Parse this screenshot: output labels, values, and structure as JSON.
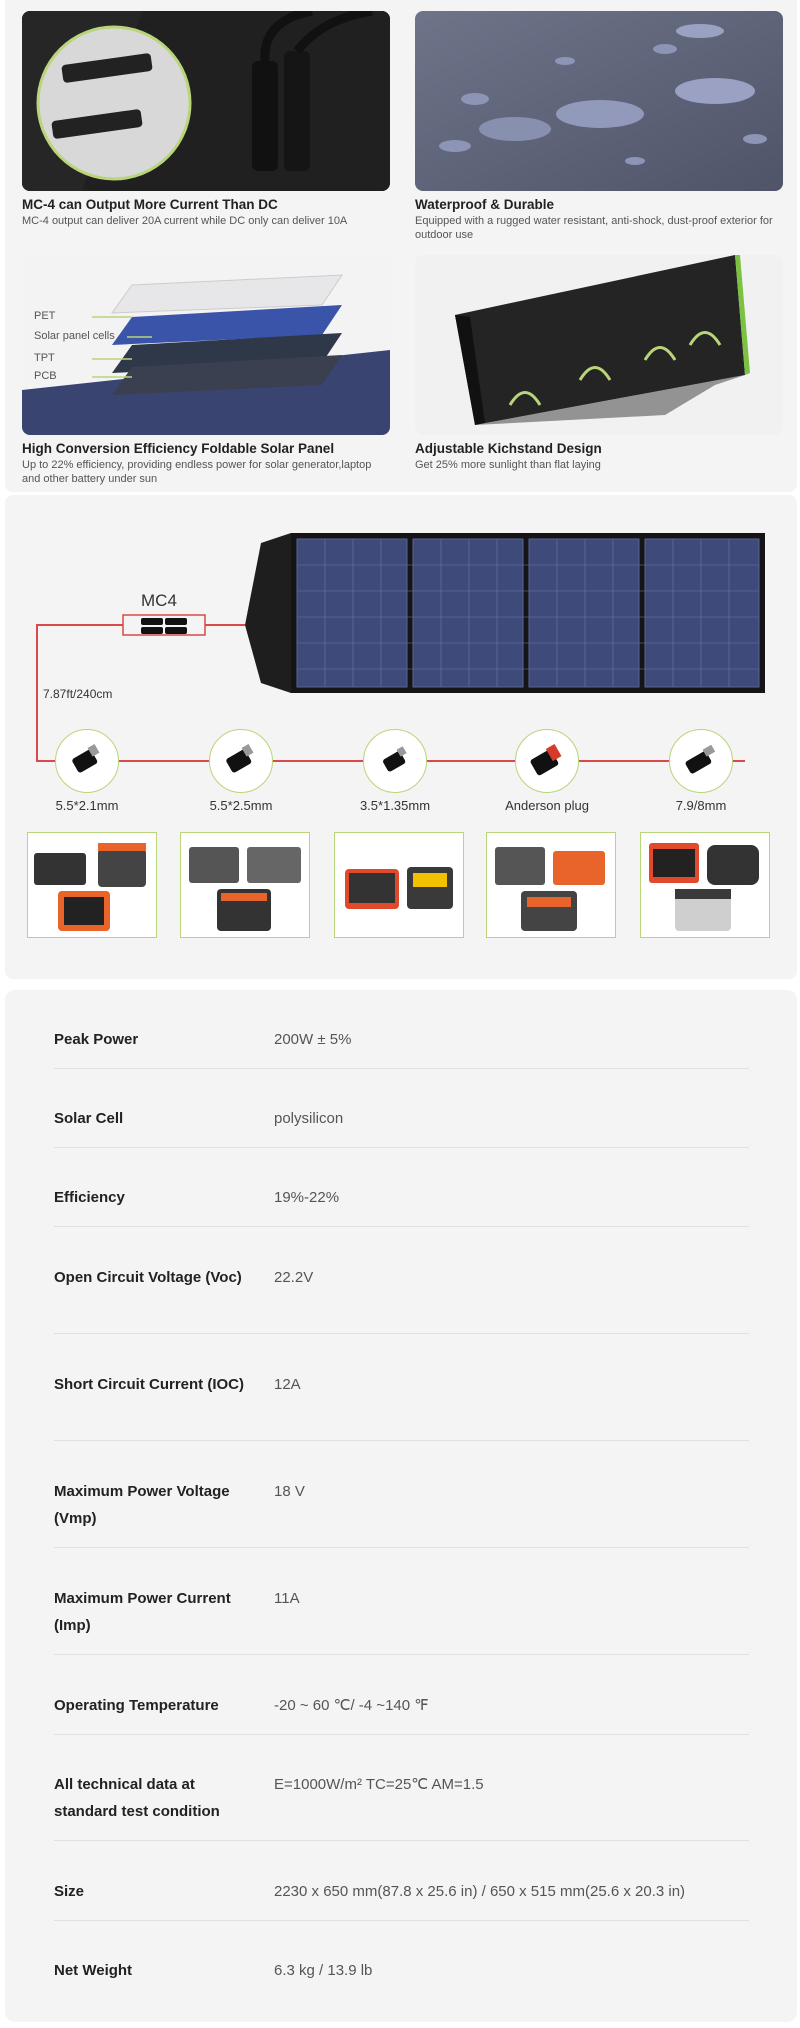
{
  "features": [
    {
      "title": "MC-4 can Output More Current Than DC",
      "desc": "MC-4 output can deliver 20A current while DC only can deliver 10A"
    },
    {
      "title": "Waterproof & Durable",
      "desc": "Equipped with a rugged water resistant, anti-shock, dust-proof exterior for outdoor use"
    },
    {
      "title": "High Conversion Efficiency Foldable Solar Panel",
      "desc": "Up to 22% efficiency, providing endless power for solar generator,laptop and other battery under sun"
    },
    {
      "title": "Adjustable Kichstand Design",
      "desc": "Get 25% more sunlight than flat laying"
    }
  ],
  "layers": {
    "pet": "PET",
    "cells": "Solar panel cells",
    "tpt": "TPT",
    "pcb": "PCB"
  },
  "diagram": {
    "mc4": "MC4",
    "cable": "7.87ft/240cm",
    "plugs": [
      "5.5*2.1mm",
      "5.5*2.5mm",
      "3.5*1.35mm",
      "Anderson plug",
      "7.9/8mm"
    ]
  },
  "specs": [
    {
      "label": "Peak Power",
      "value": "200W ± 5%"
    },
    {
      "label": "Solar Cell",
      "value": "polysilicon"
    },
    {
      "label": "Efficiency",
      "value": "19%-22%"
    },
    {
      "label": "Open Circuit Voltage (Voc)",
      "value": "22.2V"
    },
    {
      "label": "Short Circuit Current (IOC)",
      "value": "12A"
    },
    {
      "label": "Maximum Power Voltage (Vmp)",
      "value": "18 V"
    },
    {
      "label": "Maximum Power Current (Imp)",
      "value": "11A"
    },
    {
      "label": "Operating Temperature",
      "value": "-20 ~ 60 ℃/ -4 ~140 ℉"
    },
    {
      "label": "All technical data at standard test condition",
      "value": "E=1000W/m² TC=25℃ AM=1.5"
    },
    {
      "label": "Size",
      "value": "2230 x 650 mm(87.8 x 25.6 in) / 650 x 515 mm(25.6 x 20.3 in)"
    },
    {
      "label": "Net Weight",
      "value": "6.3 kg / 13.9 lb"
    }
  ],
  "colors": {
    "accent": "#b9d57a",
    "cable": "#d94a4a",
    "panel": "#2e3a6b"
  }
}
